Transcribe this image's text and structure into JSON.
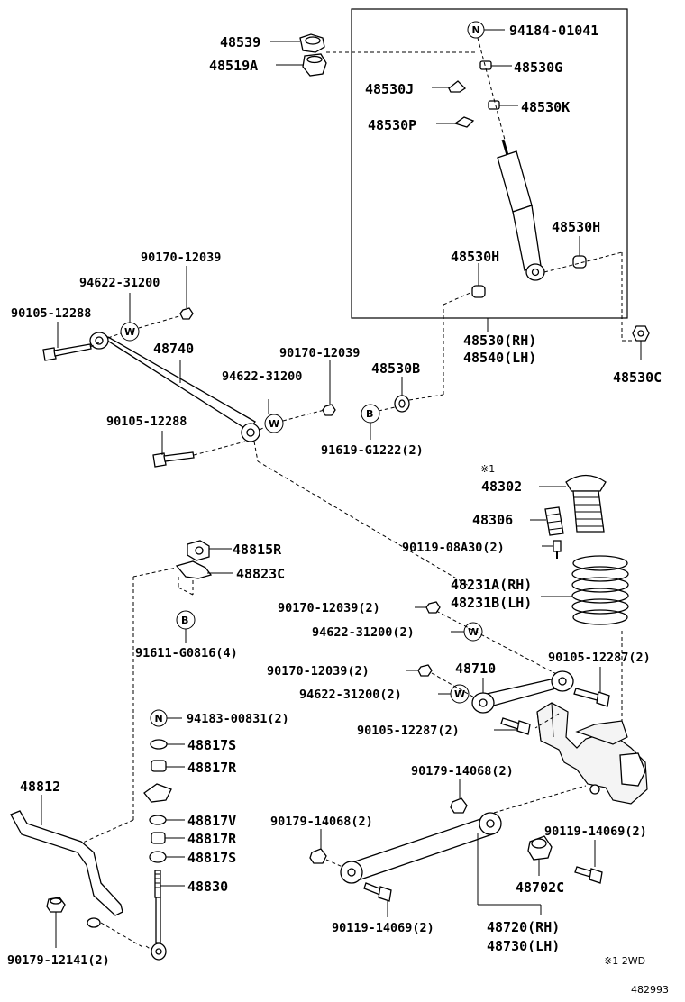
{
  "labels": {
    "p48539": "48539",
    "p48519a": "48519A",
    "p94184": "94184-01041",
    "p48530g": "48530G",
    "p48530j": "48530J",
    "p48530k": "48530K",
    "p48530p": "48530P",
    "p48530h_r": "48530H",
    "p48530h_l": "48530H",
    "p90170_a": "90170-12039",
    "p94622_a": "94622-31200",
    "p90105_a": "90105-12288",
    "p48740": "48740",
    "p90170_b": "90170-12039",
    "p94622_b": "94622-31200",
    "p48530b": "48530B",
    "p90105_b": "90105-12288",
    "p91619": "91619-G1222(2)",
    "p48530_rh": "48530(RH)",
    "p48540_lh": "48540(LH)",
    "p48530c": "48530C",
    "mark1": "※1",
    "p48302": "48302",
    "p48306": "48306",
    "p90119_08a30": "90119-08A30(2)",
    "p48231a": "48231A(RH)",
    "p48231b": "48231B(LH)",
    "p48815r": "48815R",
    "p48823c": "48823C",
    "p91611": "91611-G0816(4)",
    "p90170_c": "90170-12039(2)",
    "p94622_c": "94622-31200(2)",
    "p90105_12287_r": "90105-12287(2)",
    "p90170_d": "90170-12039(2)",
    "p48710": "48710",
    "p94622_d": "94622-31200(2)",
    "p94183": "94183-00831(2)",
    "p90105_12287_l": "90105-12287(2)",
    "p48817s_a": "48817S",
    "p48817r_a": "48817R",
    "p90179_14068_a": "90179-14068(2)",
    "p48812": "48812",
    "p48817v": "48817V",
    "p90179_14068_b": "90179-14068(2)",
    "p90119_14069_r": "90119-14069(2)",
    "p48817r_b": "48817R",
    "p48817s_b": "48817S",
    "p48830": "48830",
    "p48702c": "48702C",
    "p90179_12141": "90179-12141(2)",
    "p90119_14069_l": "90119-14069(2)",
    "p48720_rh": "48720(RH)",
    "p48730_lh": "48730(LH)",
    "footnote": "※1 2WD",
    "diagram_id": "482993"
  },
  "callouts": {
    "n": "N",
    "w": "W",
    "b": "B"
  }
}
